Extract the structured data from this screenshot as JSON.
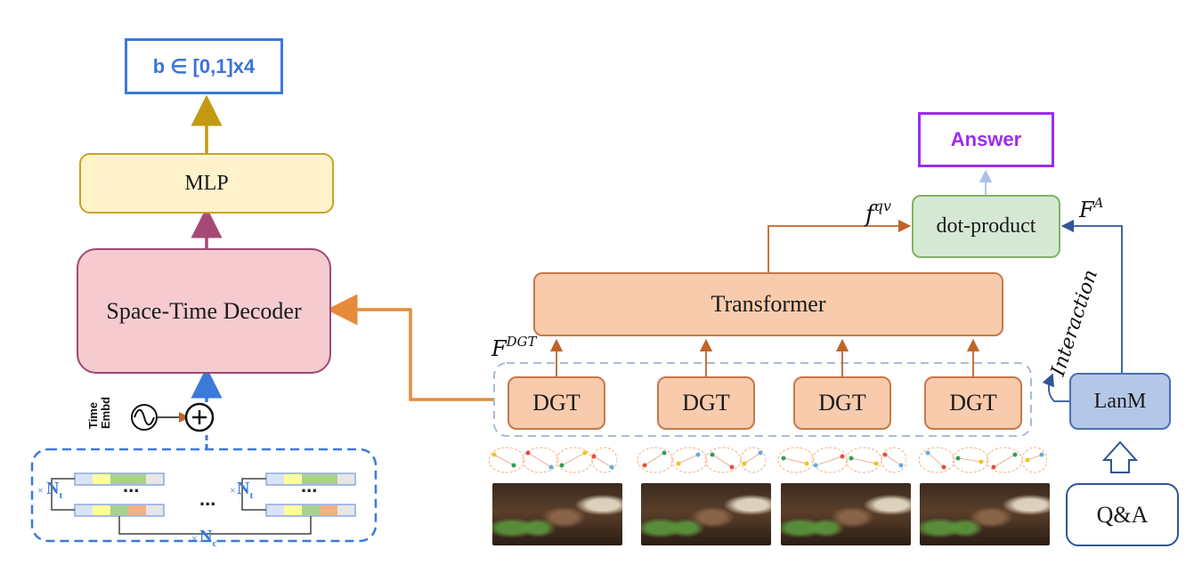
{
  "diagram": {
    "output_box": "b ∈ [0,1]x4",
    "mlp": "MLP",
    "decoder": "Space-Time Decoder",
    "time_embd": [
      "Time",
      "Embd"
    ],
    "nt_label": "N",
    "nt_sub": "t",
    "nc_label": "N",
    "nc_sub": "c",
    "times": "×",
    "ellipsis": "...",
    "transformer": "Transformer",
    "dgt_boxes": [
      "DGT",
      "DGT",
      "DGT",
      "DGT"
    ],
    "f_dgt": {
      "base": "F",
      "sup": "DGT"
    },
    "f_qv": {
      "base": "f",
      "sup": "qv"
    },
    "f_a": {
      "base": "F",
      "sup": "A"
    },
    "dot_product": "dot-product",
    "answer": "Answer",
    "interaction": "Interaction",
    "lanm": "LanM",
    "qa": "Q&A"
  },
  "colors": {
    "blue_arrow": "#3b7ad9",
    "gold_arrow": "#c39a12",
    "mauve_arrow": "#a54a77",
    "orange_arrow": "#e58b3a",
    "dark_orange_arrow": "#c0652a",
    "navy_arrow": "#2f5597",
    "answer_purple": "#9b2cf0"
  }
}
